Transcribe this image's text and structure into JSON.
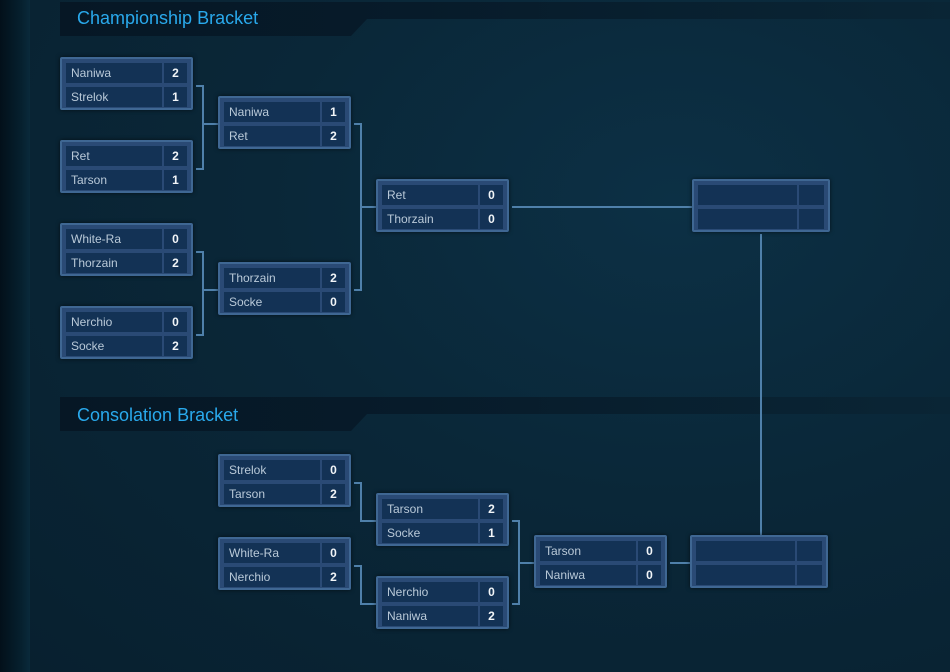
{
  "sections": {
    "championship_title": "Championship Bracket",
    "consolation_title": "Consolation Bracket"
  },
  "championship": {
    "round1": [
      {
        "p1": "Naniwa",
        "s1": "2",
        "p2": "Strelok",
        "s2": "1"
      },
      {
        "p1": "Ret",
        "s1": "2",
        "p2": "Tarson",
        "s2": "1"
      },
      {
        "p1": "White-Ra",
        "s1": "0",
        "p2": "Thorzain",
        "s2": "2"
      },
      {
        "p1": "Nerchio",
        "s1": "0",
        "p2": "Socke",
        "s2": "2"
      }
    ],
    "round2": [
      {
        "p1": "Naniwa",
        "s1": "1",
        "p2": "Ret",
        "s2": "2"
      },
      {
        "p1": "Thorzain",
        "s1": "2",
        "p2": "Socke",
        "s2": "0"
      }
    ],
    "final": {
      "p1": "Ret",
      "s1": "0",
      "p2": "Thorzain",
      "s2": "0"
    },
    "grand_final": {
      "p1": "",
      "s1": "",
      "p2": "",
      "s2": ""
    }
  },
  "consolation": {
    "round1": [
      {
        "p1": "Strelok",
        "s1": "0",
        "p2": "Tarson",
        "s2": "2"
      },
      {
        "p1": "White-Ra",
        "s1": "0",
        "p2": "Nerchio",
        "s2": "2"
      }
    ],
    "round2": [
      {
        "p1": "Tarson",
        "s1": "2",
        "p2": "Socke",
        "s2": "1"
      },
      {
        "p1": "Nerchio",
        "s1": "0",
        "p2": "Naniwa",
        "s2": "2"
      }
    ],
    "final": {
      "p1": "Tarson",
      "s1": "0",
      "p2": "Naniwa",
      "s2": "0"
    },
    "result": {
      "p1": "",
      "s1": "",
      "p2": "",
      "s2": ""
    }
  },
  "colors": {
    "accent": "#29a9ec",
    "match_border": "#3f6793",
    "slot_bg": "#133255",
    "connector": "#4f80aa"
  }
}
